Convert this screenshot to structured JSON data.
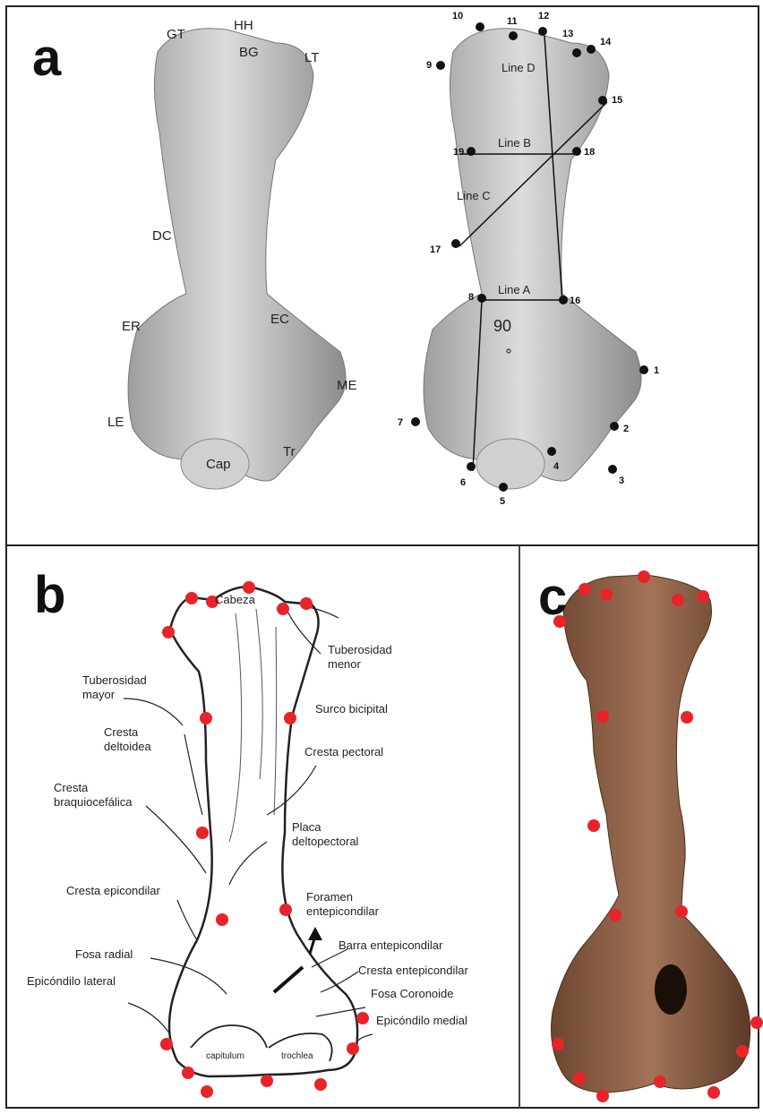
{
  "panels": {
    "a": {
      "letter": "a",
      "left_labels": [
        "GT",
        "HH",
        "BG",
        "LT",
        "DC",
        "ER",
        "EC",
        "ME",
        "LE",
        "Cap",
        "Tr"
      ],
      "lines": [
        "Line D",
        "Line B",
        "Line C",
        "Line A"
      ],
      "angle": "90",
      "landmarks": [
        "1",
        "2",
        "3",
        "4",
        "5",
        "6",
        "7",
        "8",
        "9",
        "10",
        "11",
        "12",
        "13",
        "14",
        "15",
        "16",
        "17",
        "18",
        "19"
      ]
    },
    "b": {
      "letter": "b",
      "labels": {
        "cabeza": "Cabeza",
        "tuberosidad_menor": "Tuberosidad menor",
        "tuberosidad_mayor": "Tuberosidad mayor",
        "surco_bicipital": "Surco bicipital",
        "cresta_deltoidea": "Cresta deltoidea",
        "cresta_pectoral": "Cresta pectoral",
        "cresta_braquiocefalica": "Cresta braquiocefálica",
        "placa_deltopectoral": "Placa deltopectoral",
        "cresta_epicondilar": "Cresta epicondilar",
        "foramen_entepicondilar": "Foramen entepicondilar",
        "fosa_radial": "Fosa radial",
        "barra_entepicondilar": "Barra entepicondilar",
        "epicondilo_lateral": "Epicóndilo lateral",
        "cresta_entepicondilar": "Cresta entepicondilar",
        "fosa_coronoide": "Fosa Coronoide",
        "epicondilo_medial": "Epicóndilo medial",
        "capitulum": "capitulum",
        "trochlea": "trochlea"
      }
    },
    "c": {
      "letter": "c"
    }
  },
  "colors": {
    "landmark_red": "#e8242a",
    "bone_gray": "#bdbdbd",
    "bone_brown": "#8a5a3c"
  }
}
